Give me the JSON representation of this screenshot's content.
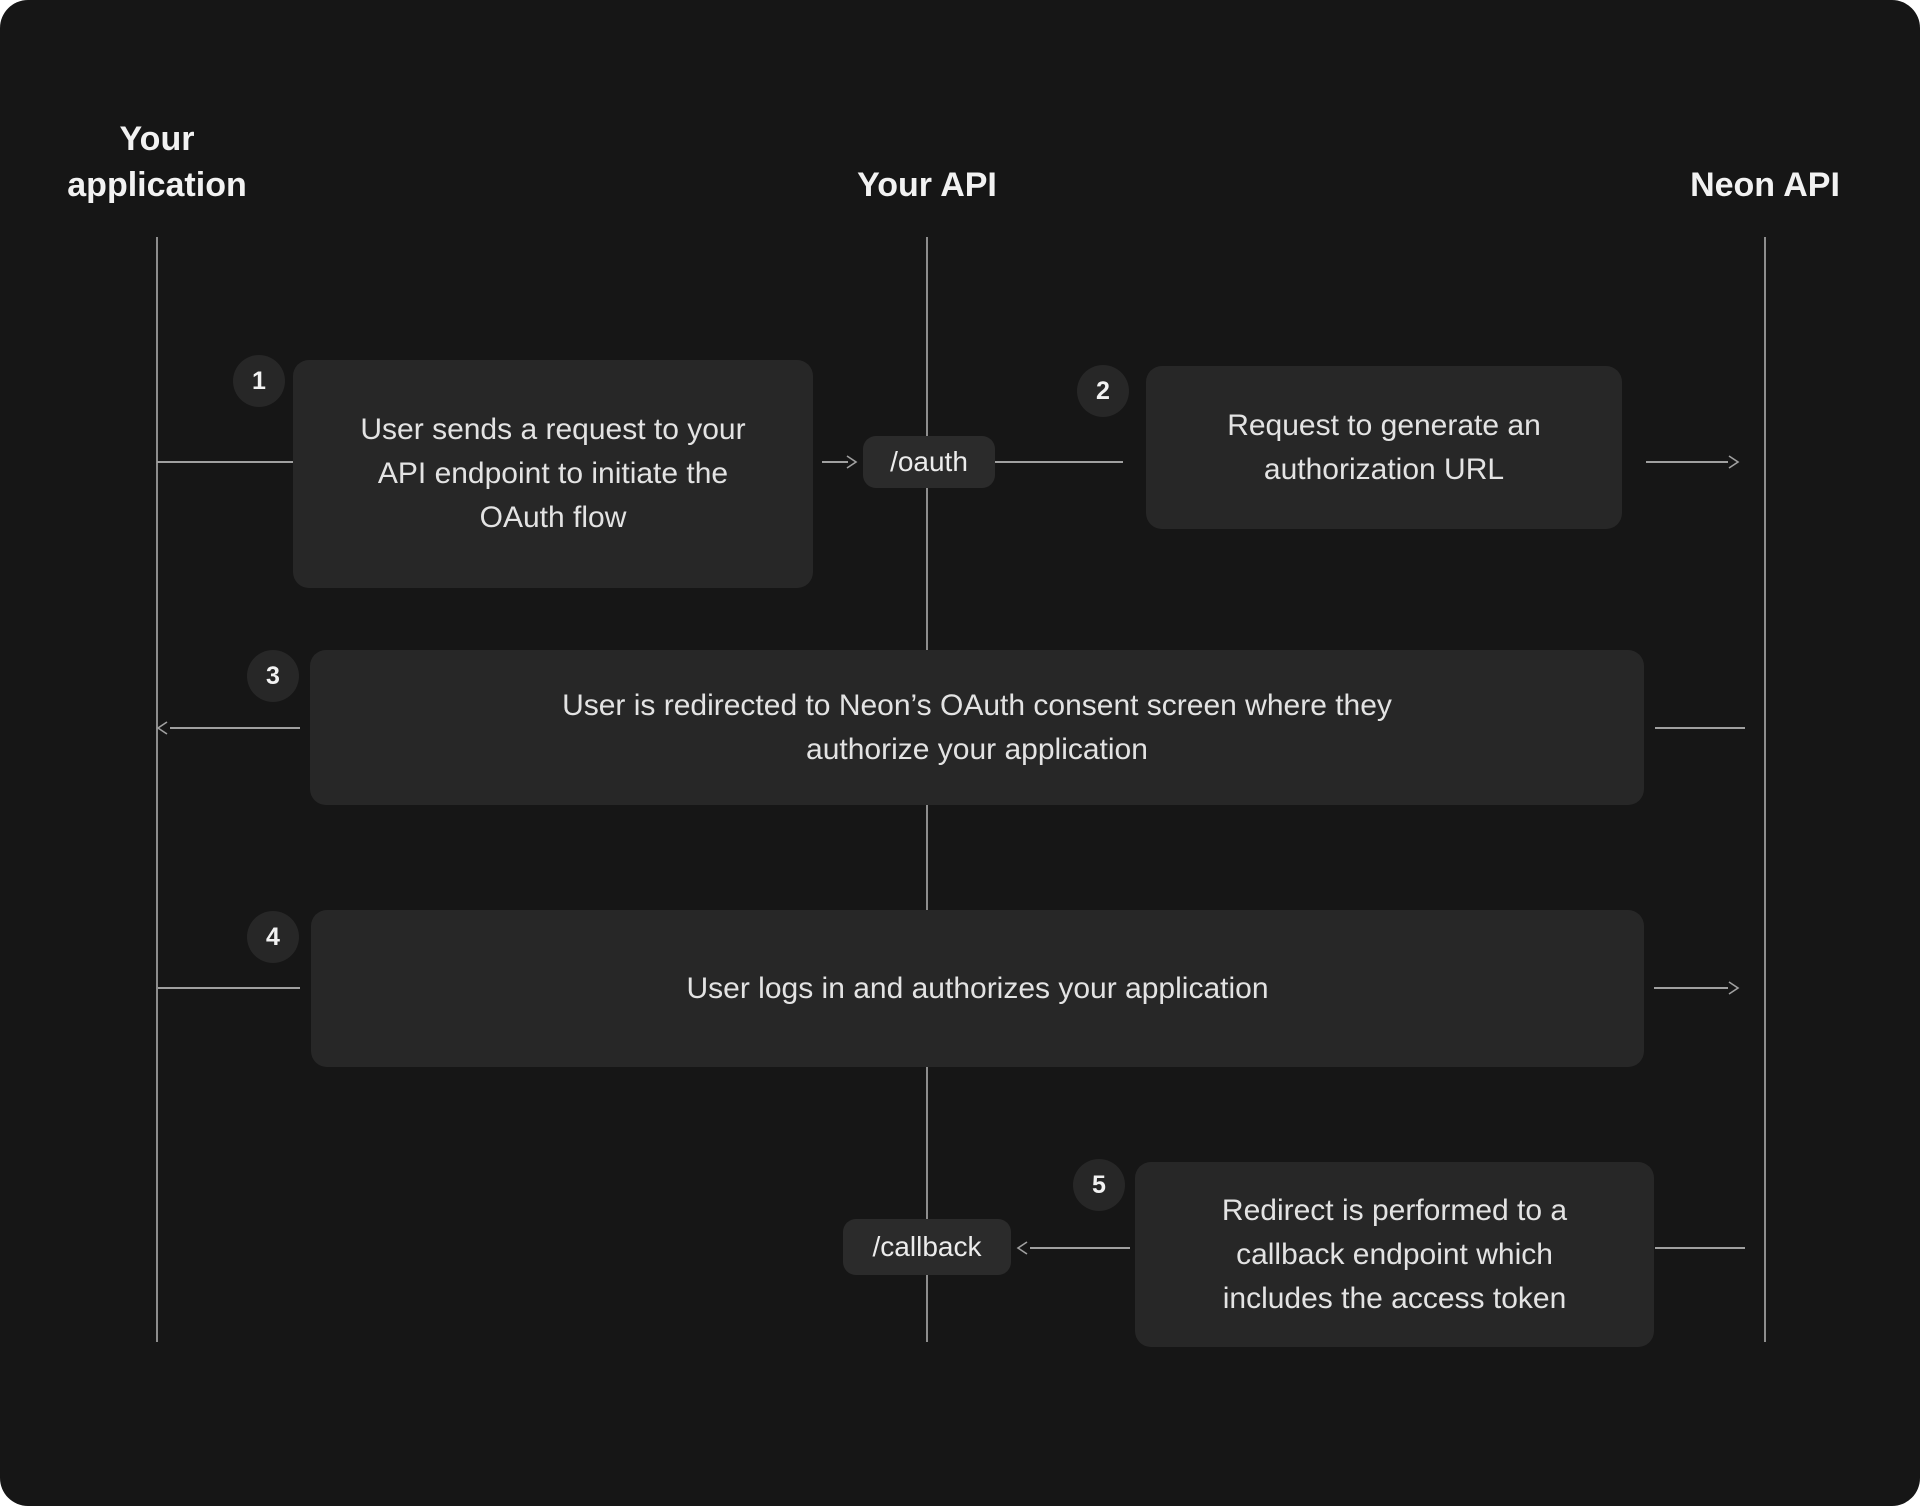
{
  "diagram": {
    "actors": [
      {
        "label": "Your application"
      },
      {
        "label": "Your API"
      },
      {
        "label": "Neon API"
      }
    ],
    "steps": [
      {
        "number": "1",
        "text": "User sends a request to your API endpoint to initiate the OAuth flow",
        "from": "Your application",
        "to": "Your API"
      },
      {
        "number": "2",
        "text": "Request to generate an authorization URL",
        "from": "Your API",
        "to": "Neon API"
      },
      {
        "number": "3",
        "text": "User is redirected to Neon’s OAuth consent screen where they authorize your application",
        "from": "Neon API",
        "to": "Your application"
      },
      {
        "number": "4",
        "text": "User logs in and authorizes your application",
        "from": "Your application",
        "to": "Neon API"
      },
      {
        "number": "5",
        "text": "Redirect is performed to a callback endpoint which includes the access token",
        "from": "Neon API",
        "to": "Your API"
      }
    ],
    "endpoints": [
      {
        "label": "/oauth"
      },
      {
        "label": "/callback"
      }
    ],
    "colors": {
      "background": "#161616",
      "box_fill": "#272727",
      "pill_fill": "#2b2b2b",
      "line": "#a0a0a0",
      "lifeline": "#8d8d8d",
      "text": "#e3e3e3",
      "heading_text": "#f2f2f2"
    }
  }
}
